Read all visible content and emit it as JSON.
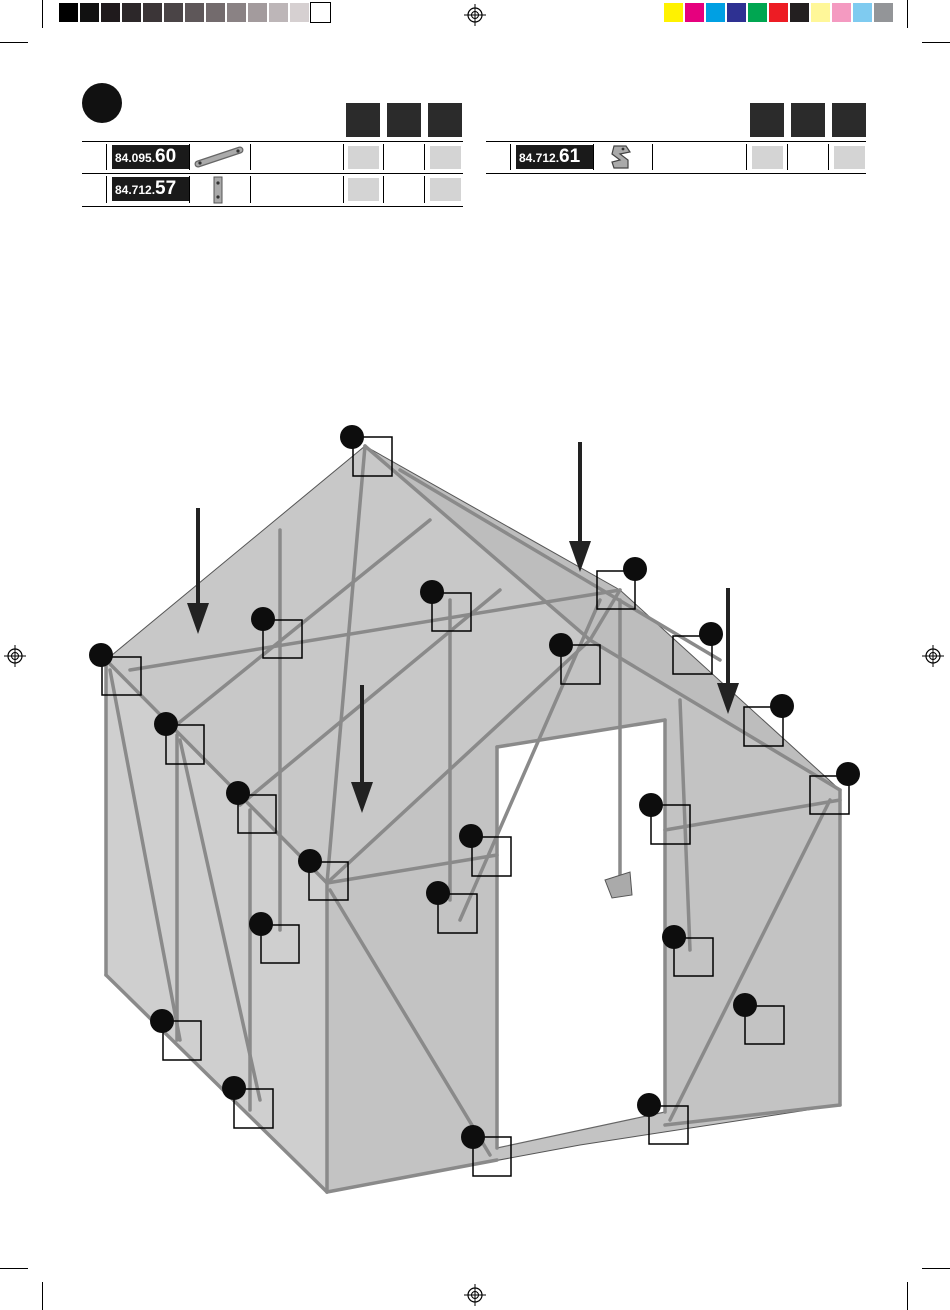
{
  "color_bar_left": [
    "#000000",
    "#111111",
    "#1f1a1c",
    "#2c2729",
    "#3b3537",
    "#4a4446",
    "#5e5759",
    "#736b6d",
    "#8a8284",
    "#a39b9d",
    "#bdb6b8",
    "#d6d0d1",
    "#ffffff"
  ],
  "color_bar_right": [
    "#fff200",
    "#e6007e",
    "#00a0e3",
    "#2e3192",
    "#00a651",
    "#ed1c24",
    "#231f20",
    "#fff799",
    "#f49ac1",
    "#7fcbf0",
    "#939598"
  ],
  "parts_left": [
    {
      "prefix": "84.095.",
      "suffix": "60",
      "icon": "connector-strip-icon"
    },
    {
      "prefix": "84.712.",
      "suffix": "57",
      "icon": "bracket-plate-icon"
    }
  ],
  "parts_right": [
    {
      "prefix": "84.712.",
      "suffix": "61",
      "icon": "clip-hook-icon"
    }
  ],
  "illustration": {
    "subject": "greenhouse-frame",
    "marker_count": 23,
    "arrow_count": 4
  }
}
